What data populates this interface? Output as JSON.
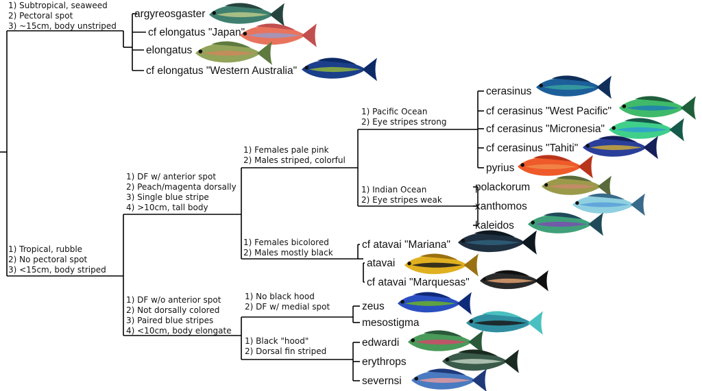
{
  "tree": {
    "node_labels": {
      "root": [],
      "subtropical": [
        "1) Subtropical, seaweed",
        "2) Pectoral spot",
        "3) ~15cm, body unstriped"
      ],
      "tropical": [
        "1) Tropical, rubble",
        "2) No pectoral spot",
        "3) <15cm, body striped"
      ],
      "anterior_spot": [
        "1) DF w/ anterior spot",
        "2) Peach/magenta dorsally",
        "3) Single blue stripe",
        "4) >10cm, tall body"
      ],
      "no_anterior_spot": [
        "1) DF w/o anterior spot",
        "2) Not dorsally colored",
        "3) Paired blue stripes",
        "4) <10cm, body elongate"
      ],
      "pale_pink": [
        "1) Females pale pink",
        "2) Males striped, colorful"
      ],
      "bicolored": [
        "1) Females bicolored",
        "2) Males mostly black"
      ],
      "pacific": [
        "1) Pacific Ocean",
        "2) Eye stripes strong"
      ],
      "indian": [
        "1) Indian Ocean",
        "2) Eye stripes weak"
      ],
      "no_hood": [
        "1) No black hood",
        "2) DF w/ medial spot"
      ],
      "black_hood": [
        "1) Black \"hood\"",
        "2) Dorsal fin striped"
      ]
    },
    "tips": {
      "argyreosgaster": "argyreosgaster",
      "cf_elongatus_japan": "cf elongatus \"Japan\"",
      "elongatus": "elongatus",
      "cf_elongatus_wa": "cf elongatus \"Western Australia\"",
      "cerasinus": "cerasinus",
      "cf_cerasinus_wp": "cf cerasinus \"West Pacific\"",
      "cf_cerasinus_mic": "cf cerasinus \"Micronesia\"",
      "cf_cerasinus_tahiti": "cf cerasinus \"Tahiti\"",
      "pyrius": "pyrius",
      "polackorum": "polackorum",
      "xanthomos": "xanthomos",
      "kaleidos": "kaleidos",
      "cf_atavai_mariana": "cf atavai \"Mariana\"",
      "atavai": "atavai",
      "cf_atavai_marquesas": "cf atavai \"Marquesas\"",
      "zeus": "zeus",
      "mesostigma": "mesostigma",
      "edwardi": "edwardi",
      "erythrops": "erythrops",
      "severnsi": "severnsi"
    },
    "fish_colors": {
      "argyreosgaster": [
        "#3f7f6f",
        "#b9c98a",
        "#26453f"
      ],
      "cf_elongatus_japan": [
        "#e8745e",
        "#9a9ac6",
        "#c24f4f"
      ],
      "elongatus": [
        "#92a35a",
        "#c98a5a",
        "#5e7a3f"
      ],
      "cf_elongatus_wa": [
        "#1b3f8a",
        "#8fb33a",
        "#0c2a66"
      ],
      "cerasinus": [
        "#1d5f9a",
        "#38a0a0",
        "#0f2f5a"
      ],
      "cf_cerasinus_wp": [
        "#3fba6a",
        "#1f7fb0",
        "#1f5f3a"
      ],
      "cf_cerasinus_mic": [
        "#3fcf8a",
        "#2f9fd0",
        "#155a4a"
      ],
      "cf_cerasinus_tahiti": [
        "#2a3f9a",
        "#c9a83a",
        "#14205a"
      ],
      "pyrius": [
        "#ef5a2a",
        "#f08a4a",
        "#b8341a"
      ],
      "polackorum": [
        "#9a9a4a",
        "#c98a6a",
        "#5a6a3a"
      ],
      "xanthomos": [
        "#8fd0e0",
        "#5aa0d8",
        "#3a6a8a"
      ],
      "kaleidos": [
        "#3fa07a",
        "#7a4fb0",
        "#1f4a5a"
      ],
      "cf_atavai_mariana": [
        "#1f3040",
        "#2f5f7a",
        "#0e1820"
      ],
      "atavai": [
        "#e0b020",
        "#1a1a1a",
        "#9a7010"
      ],
      "cf_atavai_marquesas": [
        "#2a2a2a",
        "#e0a070",
        "#101010"
      ],
      "zeus": [
        "#2a4fc0",
        "#6ab02a",
        "#102a7a"
      ],
      "mesostigma": [
        "#2f8fa0",
        "#1a1a1a",
        "#4ac0c0"
      ],
      "edwardi": [
        "#4a9a5a",
        "#d04a6a",
        "#2a5a3a"
      ],
      "erythrops": [
        "#3a5a4a",
        "#c0d0c0",
        "#1a2a20"
      ],
      "severnsi": [
        "#4a7ac0",
        "#e09aa0",
        "#1f3a7a"
      ]
    }
  }
}
